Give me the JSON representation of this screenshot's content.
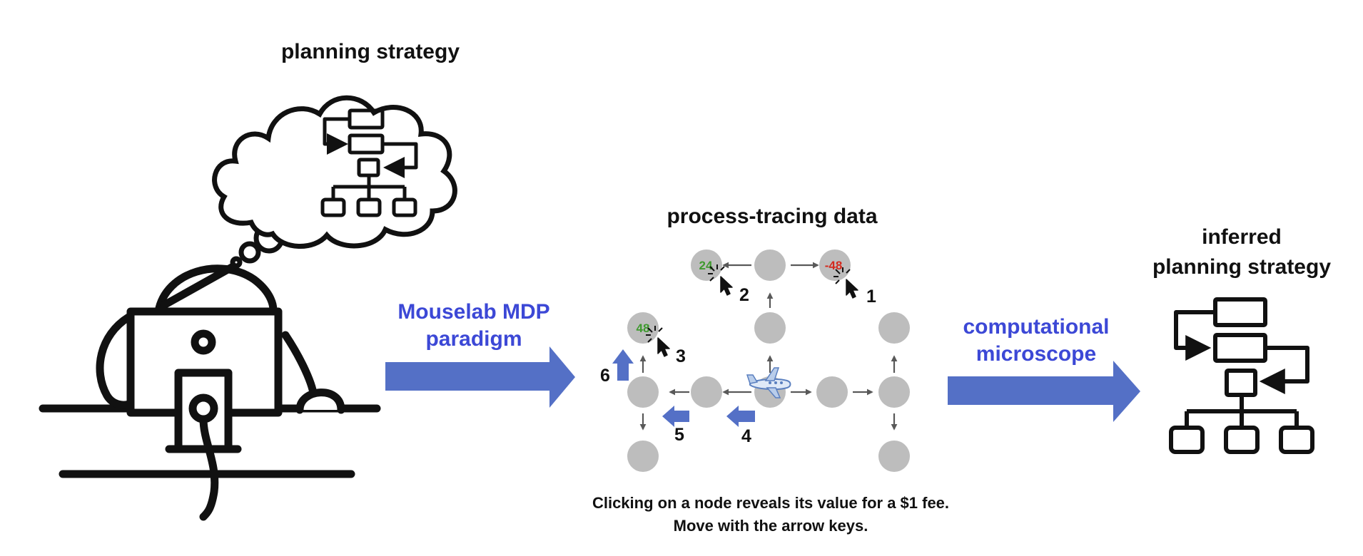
{
  "titles": {
    "planning_strategy": "planning strategy",
    "process_tracing": "process-tracing data",
    "inferred_line1": "inferred",
    "inferred_line2": "planning strategy"
  },
  "arrows": {
    "mouselab_line1": "Mouselab MDP",
    "mouselab_line2": "paradigm",
    "microscope_line1": "computational",
    "microscope_line2": "microscope"
  },
  "node_values": {
    "top_left": "24",
    "top_right": "-48",
    "mid_left": "48"
  },
  "steps": [
    "1",
    "2",
    "3",
    "4",
    "5",
    "6"
  ],
  "caption": {
    "line1": "Clicking on a node reveals its value for a $1 fee.",
    "line2": "Move with the arrow keys."
  },
  "colors": {
    "accent_blue": "#5470c6",
    "text_blue": "#3c48d6",
    "node_gray": "#bdbdbd",
    "positive_green": "#3f9a2f",
    "negative_red": "#d42a1e"
  },
  "icons": [
    "person-at-computer-icon",
    "thought-cloud-icon",
    "flowchart-icon",
    "airplane-icon",
    "cursor-icon"
  ]
}
